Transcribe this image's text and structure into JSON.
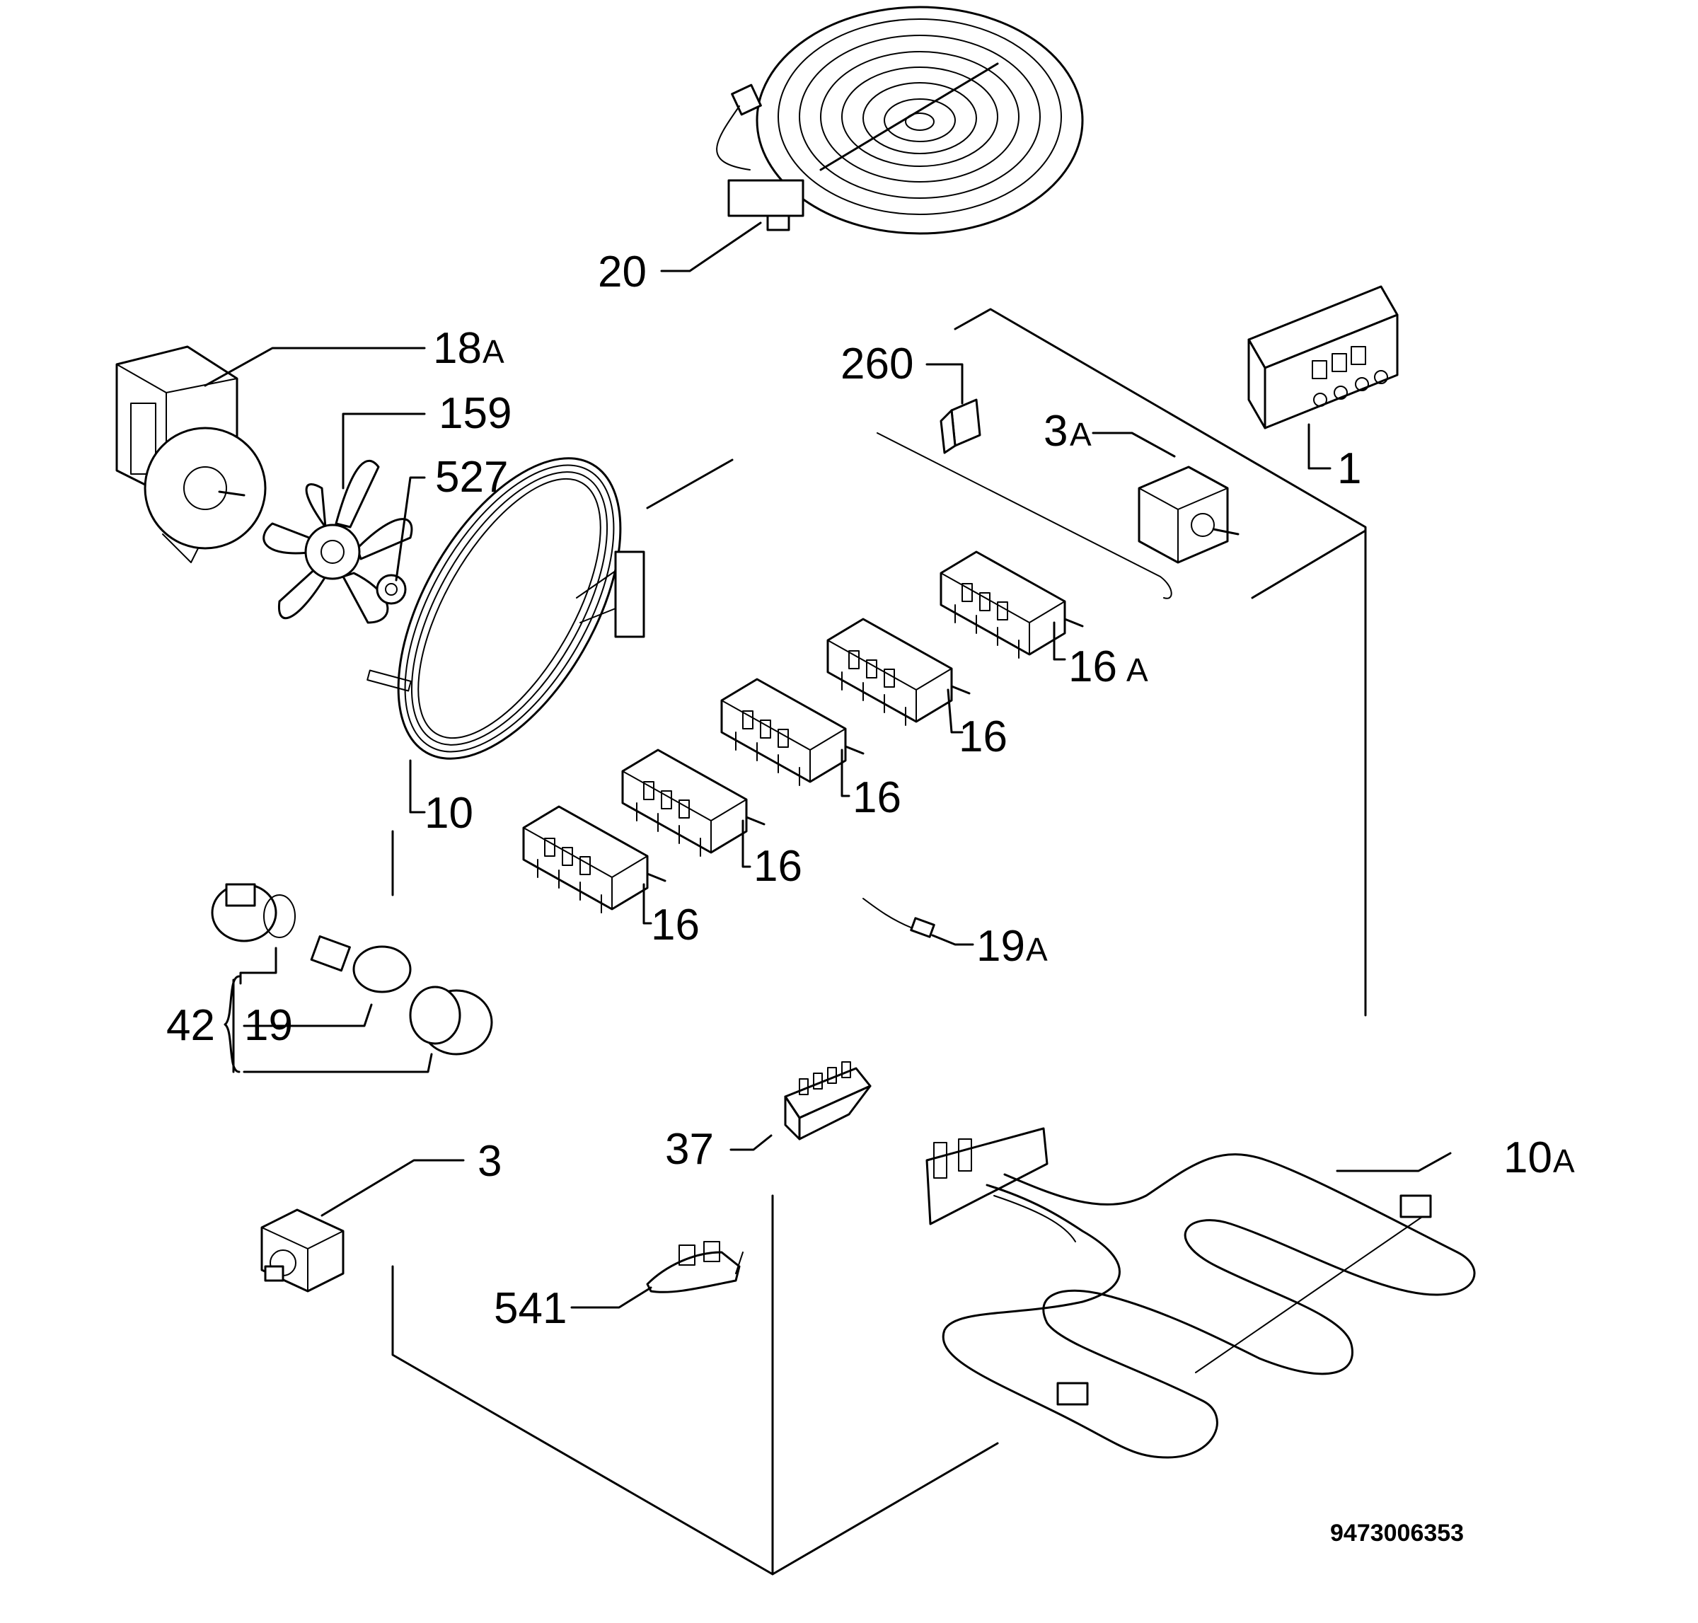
{
  "callouts": {
    "c20": "20",
    "c18a": "18",
    "c159": "159",
    "c527": "527",
    "c260": "260",
    "c3a": "3",
    "c1": "1",
    "c16a": "16",
    "c16_1": "16",
    "c16_2": "16",
    "c16_3": "16",
    "c16_4": "16",
    "c10": "10",
    "c19a": "19",
    "c42": "42",
    "c19": "19",
    "c37": "37",
    "c10a": "10",
    "c3": "3",
    "c541": "541"
  },
  "suffixes": {
    "s18a": "A",
    "s3a": "A",
    "s16a": "A",
    "s19a": "A",
    "s10a": "A"
  },
  "document_number": "9473006353"
}
